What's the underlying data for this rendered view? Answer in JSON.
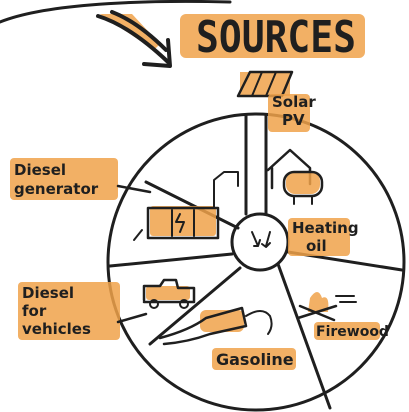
{
  "title": "SOURCES",
  "segments": [
    {
      "id": "solar",
      "label_lines": [
        "Solar",
        "PV"
      ],
      "icon": "solar-panel-icon"
    },
    {
      "id": "heating-oil",
      "label_lines": [
        "Heating",
        "oil"
      ],
      "icon": "oil-tank-house-icon"
    },
    {
      "id": "firewood",
      "label_lines": [
        "Firewood"
      ],
      "icon": "campfire-icon"
    },
    {
      "id": "gasoline",
      "label_lines": [
        "Gasoline"
      ],
      "icon": "gas-pump-nozzle-icon"
    },
    {
      "id": "diesel-vehicles",
      "label_lines": [
        "Diesel",
        "for",
        "vehicles"
      ],
      "icon": "truck-icon"
    },
    {
      "id": "diesel-generator",
      "label_lines": [
        "Diesel",
        "generator"
      ],
      "icon": "generator-icon"
    }
  ],
  "colors": {
    "ink": "#1f1f1f",
    "highlight": "#f0a24a",
    "background": "#ffffff"
  }
}
